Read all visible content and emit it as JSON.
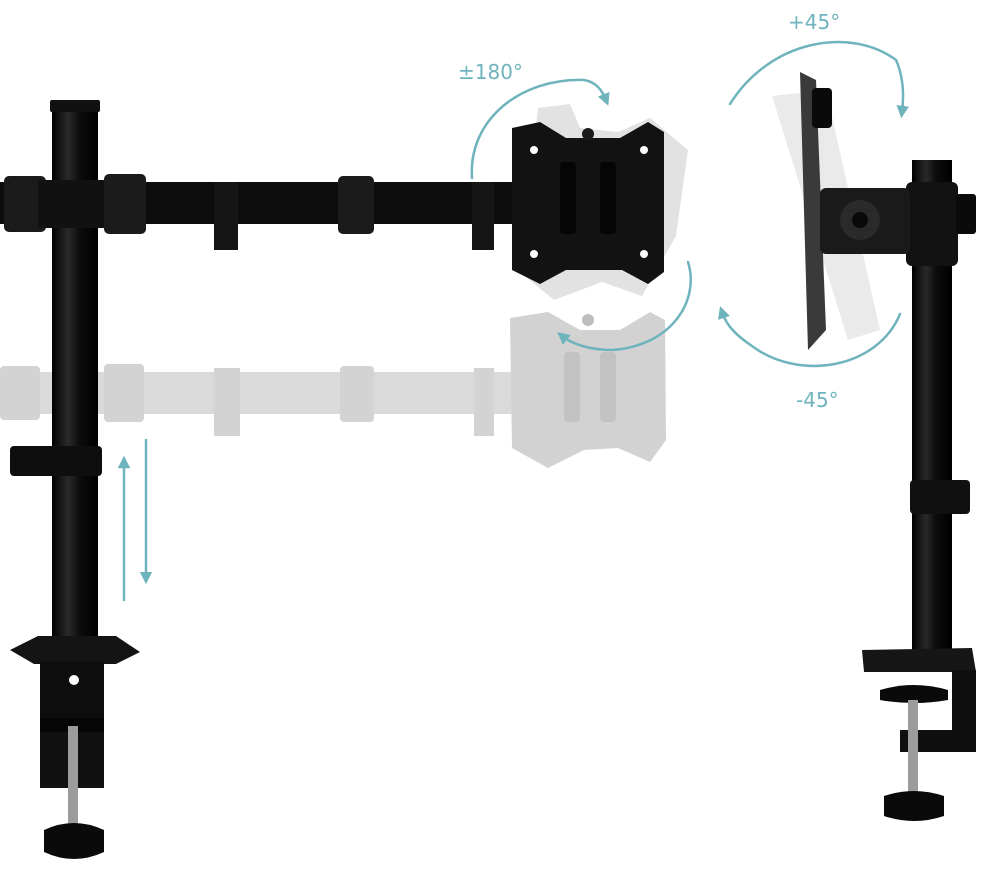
{
  "labels": {
    "swivel": "±180°",
    "tilt_up": "+45°",
    "tilt_down": "-45°"
  },
  "colors": {
    "accent": "#6fb3bd",
    "metal": "#111111",
    "ghost": "#d2d2d2",
    "background": "#ffffff"
  },
  "icons": {
    "rotation": "curved-arrow-icon",
    "height": "double-arrow-icon"
  }
}
